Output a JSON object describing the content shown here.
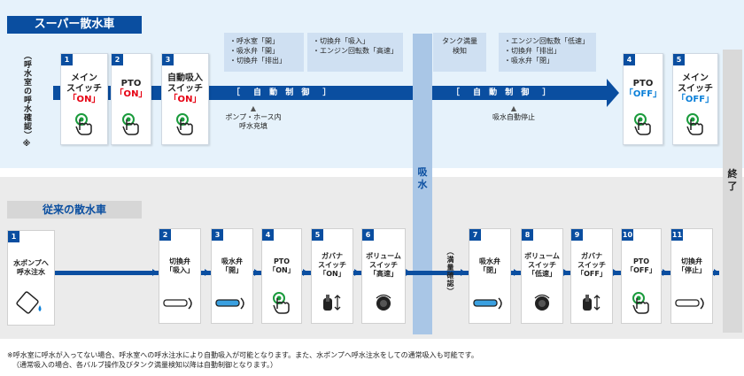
{
  "top": {
    "title": "スーパー散水車",
    "side_label": "（呼水室の呼水確認）※",
    "cards": [
      {
        "num": "1",
        "line1": "メイン",
        "line2": "スイッチ",
        "state": "「ON」",
        "state_kind": "on",
        "icon": "hand-pointer-icon"
      },
      {
        "num": "2",
        "line1": "PTO",
        "line2": "",
        "state": "「ON」",
        "state_kind": "on",
        "icon": "hand-pointer-icon"
      },
      {
        "num": "3",
        "line1": "自動吸入",
        "line2": "スイッチ",
        "state": "「ON」",
        "state_kind": "on",
        "icon": "hand-pointer-icon"
      },
      {
        "num": "4",
        "line1": "PTO",
        "line2": "",
        "state": "「OFF」",
        "state_kind": "off",
        "icon": "hand-pointer-icon"
      },
      {
        "num": "5",
        "line1": "メイン",
        "line2": "スイッチ",
        "state": "「OFF」",
        "state_kind": "off",
        "icon": "hand-pointer-icon"
      }
    ],
    "note1": [
      "・呼水室「開」",
      "・吸水弁「開」",
      "・切換弁「排出」"
    ],
    "note2": [
      "・切換弁「吸入」",
      "・エンジン回転数「高速」"
    ],
    "note3": [
      "タンク満量",
      "検知"
    ],
    "note4": [
      "・エンジン回転数「低速」",
      "・切換弁「排出」",
      "・吸水弁「閉」"
    ],
    "control1": "［　自 動 制 御　］",
    "control2": "［　自 動 制 御　］",
    "caption1": [
      "ポンプ・ホース内",
      "呼水充填"
    ],
    "caption2": "吸水自動停止"
  },
  "middle": {
    "suction": "吸水",
    "end": "終了",
    "check": "（満量確認）"
  },
  "bottom": {
    "title": "従来の散水車",
    "cards": [
      {
        "num": "1",
        "lines": [
          "水ポンプへ",
          "呼水注水"
        ],
        "icon": "water-pour-icon"
      },
      {
        "num": "2",
        "lines": [
          "切換弁",
          "「吸入」"
        ],
        "icon": "valve-lever-icon"
      },
      {
        "num": "3",
        "lines": [
          "吸水弁",
          "「開」"
        ],
        "icon": "valve-lever-icon"
      },
      {
        "num": "4",
        "lines": [
          "PTO",
          "「ON」"
        ],
        "icon": "hand-pointer-icon"
      },
      {
        "num": "5",
        "lines": [
          "ガバナ",
          "スイッチ",
          "「ON」"
        ],
        "icon": "toggle-switch-icon"
      },
      {
        "num": "6",
        "lines": [
          "ボリューム",
          "スイッチ",
          "「高速」"
        ],
        "icon": "dial-knob-icon"
      },
      {
        "num": "7",
        "lines": [
          "吸水弁",
          "「閉」"
        ],
        "icon": "valve-lever-icon"
      },
      {
        "num": "8",
        "lines": [
          "ボリューム",
          "スイッチ",
          "「低速」"
        ],
        "icon": "dial-knob-icon"
      },
      {
        "num": "9",
        "lines": [
          "ガバナ",
          "スイッチ",
          "「OFF」"
        ],
        "icon": "toggle-switch-icon"
      },
      {
        "num": "10",
        "lines": [
          "PTO",
          "「OFF」"
        ],
        "icon": "hand-pointer-icon"
      },
      {
        "num": "11",
        "lines": [
          "切換弁",
          "「停止」"
        ],
        "icon": "valve-lever-icon"
      }
    ]
  },
  "footnote": [
    "※呼水室に呼水が入ってない場合、呼水室への呼水注水により自動吸入が可能となります。また、水ポンプへ呼水注水をしての通常吸入も可能です。",
    "（通常吸入の場合、各バルブ操作及びタンク満量検知以降は自動制御となります。）"
  ],
  "colors": {
    "brand": "#0a4ea0",
    "on": "#e60012",
    "off": "#0a7fd8",
    "icon_green": "#1a9b3c"
  }
}
